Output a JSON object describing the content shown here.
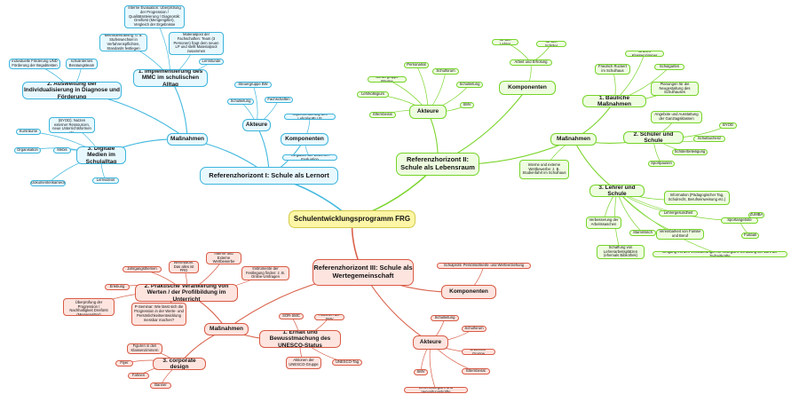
{
  "root": {
    "id": "root",
    "text": "Schulentwicklungsprogramm FRG"
  },
  "branches": [
    {
      "id": "r1",
      "theme": "blue",
      "text": "Referenzhorizont I: Schule als Lernort"
    },
    {
      "id": "r2",
      "theme": "green",
      "text": "Referenzhorizont II: Schule als Lebensraum"
    },
    {
      "id": "r3",
      "theme": "red",
      "text": "Referenzhorizont III: Schule als Wertegemeinschaft"
    }
  ],
  "nodes": [
    {
      "id": "b_mass",
      "parent": "r1",
      "theme": "blue",
      "level": 2,
      "text": "Maßnahmen"
    },
    {
      "id": "b_akt",
      "parent": "r1",
      "theme": "blue",
      "level": 2,
      "text": "Akteure"
    },
    {
      "id": "b_komp",
      "parent": "r1",
      "theme": "blue",
      "level": 2,
      "text": "Komponenten"
    },
    {
      "id": "b_impl",
      "parent": "b_mass",
      "theme": "blue",
      "level": 2,
      "text": "1. Implementierung des MMC im schulischen Alltag"
    },
    {
      "id": "b_ausw",
      "parent": "b_mass",
      "theme": "blue",
      "level": 2,
      "text": "2. Ausweitung der Individualisierung in Diagnose und Förderung"
    },
    {
      "id": "b_dig",
      "parent": "b_mass",
      "theme": "blue",
      "level": 2,
      "text": "3. Digitale Medien im Schulalltag"
    },
    {
      "id": "b_i1",
      "parent": "b_impl",
      "theme": "blue",
      "level": 3,
      "text": "Interne Evaluation: Überprüfung der Progression / Qualitätssteierung / Diagnostik: Dreifürst (Mengengitter), Vergleich der Ergebnisse"
    },
    {
      "id": "b_i2",
      "parent": "b_impl",
      "theme": "blue",
      "level": 3,
      "text": "Methodentraining: u. a. Stufenwechsel in Verfahrenspflichten, Standards festlegen"
    },
    {
      "id": "b_i3",
      "parent": "b_impl",
      "theme": "blue",
      "level": 3,
      "text": "Materialpool der Fachschaften: Team (3 Personen) fragt dem neuen LP und stellt Materialpool zusammen"
    },
    {
      "id": "b_i4",
      "parent": "b_impl",
      "theme": "blue",
      "level": 3,
      "text": "Lernstunde"
    },
    {
      "id": "b_a1",
      "parent": "b_ausw",
      "theme": "blue",
      "level": 3,
      "text": "individuelle Förderung UND Förderung der Begabtesten"
    },
    {
      "id": "b_a2",
      "parent": "b_ausw",
      "theme": "blue",
      "level": 3,
      "text": "schulinternes Beratungsteam"
    },
    {
      "id": "b_d1",
      "parent": "b_dig",
      "theme": "blue",
      "level": 3,
      "text": "Bring your own device (BYOD): Nutzen externer Ressourcen, neue Unterrichtsformen etc."
    },
    {
      "id": "b_d2",
      "parent": "b_dig",
      "theme": "blue",
      "level": 3,
      "text": "Kursräume"
    },
    {
      "id": "b_d3",
      "parent": "b_dig",
      "theme": "blue",
      "level": 3,
      "text": "Organisation"
    },
    {
      "id": "b_d4",
      "parent": "b_dig",
      "theme": "blue",
      "level": 3,
      "text": "Mebis"
    },
    {
      "id": "b_d5",
      "parent": "b_dig",
      "theme": "blue",
      "level": 3,
      "text": "Dokumentenkamera"
    },
    {
      "id": "b_d6",
      "parent": "b_dig",
      "theme": "blue",
      "level": 3,
      "text": "Lernvideos"
    },
    {
      "id": "b_ak1",
      "parent": "b_akt",
      "theme": "blue",
      "level": 3,
      "text": "Steuergruppe BW"
    },
    {
      "id": "b_ak2",
      "parent": "b_akt",
      "theme": "blue",
      "level": 3,
      "text": "Schulleitung"
    },
    {
      "id": "b_ak3",
      "parent": "b_akt",
      "theme": "blue",
      "level": 3,
      "text": "Fachschaften"
    },
    {
      "id": "b_k1",
      "parent": "b_komp",
      "theme": "blue",
      "level": 3,
      "text": "Implementierung des LehrplanPLUS"
    },
    {
      "id": "b_k2",
      "parent": "b_komp",
      "theme": "blue",
      "level": 3,
      "text": "Vorgaben der Externen Evaluation"
    },
    {
      "id": "g_komp",
      "parent": "r2",
      "theme": "green",
      "level": 2,
      "text": "Komponenten"
    },
    {
      "id": "g_akt",
      "parent": "r2",
      "theme": "green",
      "level": 2,
      "text": "Akteure"
    },
    {
      "id": "g_mass",
      "parent": "r2",
      "theme": "green",
      "level": 2,
      "text": "Maßnahmen"
    },
    {
      "id": "g_k0",
      "parent": "g_komp",
      "theme": "green",
      "level": 3,
      "text": "Arbeit und Erholung"
    },
    {
      "id": "g_k1",
      "parent": "g_k0",
      "theme": "green",
      "level": 3,
      "text": "für den Lehrer"
    },
    {
      "id": "g_k2",
      "parent": "g_k0",
      "theme": "green",
      "level": 3,
      "text": "für den Schüler"
    },
    {
      "id": "g_ak1",
      "parent": "g_akt",
      "theme": "green",
      "level": 3,
      "text": "Personalrat"
    },
    {
      "id": "g_ak2",
      "parent": "g_akt",
      "theme": "green",
      "level": 3,
      "text": "Schulforum"
    },
    {
      "id": "g_ak3",
      "parent": "g_akt",
      "theme": "green",
      "level": 3,
      "text": "Steuergruppe Räume"
    },
    {
      "id": "g_ak4",
      "parent": "g_akt",
      "theme": "green",
      "level": 3,
      "text": "Schulleitung"
    },
    {
      "id": "g_ak5",
      "parent": "g_akt",
      "theme": "green",
      "level": 3,
      "text": "Lehrkollegium"
    },
    {
      "id": "g_ak6",
      "parent": "g_akt",
      "theme": "green",
      "level": 3,
      "text": "SMV"
    },
    {
      "id": "g_ak7",
      "parent": "g_akt",
      "theme": "green",
      "level": 3,
      "text": "Elternbeirat"
    },
    {
      "id": "g_ext",
      "parent": "g_mass",
      "theme": "green",
      "level": 3,
      "text": "Interne und externe Wettbewerbe: z. B. Studienfahrt im Schulhaus"
    },
    {
      "id": "g_bau",
      "parent": "g_mass",
      "theme": "green",
      "level": 2,
      "text": "1. Bauliche Maßnahmen"
    },
    {
      "id": "g_b1",
      "parent": "g_bau",
      "theme": "green",
      "level": 3,
      "text": "Grünes Klassenzimmer"
    },
    {
      "id": "g_b2",
      "parent": "g_bau",
      "theme": "green",
      "level": 3,
      "text": "Friedrich Ruckert im Schulhaus"
    },
    {
      "id": "g_b3",
      "parent": "g_bau",
      "theme": "green",
      "level": 3,
      "text": "Schulgarten"
    },
    {
      "id": "g_b4",
      "parent": "g_bau",
      "theme": "green",
      "level": 3,
      "text": "Planungen für die Neugestaltung des Schulhauses"
    },
    {
      "id": "g_sch",
      "parent": "g_mass",
      "theme": "green",
      "level": 2,
      "text": "2. Schüler und Schule"
    },
    {
      "id": "g_s1",
      "parent": "g_sch",
      "theme": "green",
      "level": 3,
      "text": "Angebote und Ausstattung der Ganztagsklassen"
    },
    {
      "id": "g_s2",
      "parent": "g_sch",
      "theme": "green",
      "level": 3,
      "text": "BYOD"
    },
    {
      "id": "g_s3",
      "parent": "g_sch",
      "theme": "green",
      "level": 3,
      "text": "Schulbuchenz"
    },
    {
      "id": "g_s4",
      "parent": "g_sch",
      "theme": "green",
      "level": 3,
      "text": "Schülerbeteiligung"
    },
    {
      "id": "g_s5",
      "parent": "g_sch",
      "theme": "green",
      "level": 3,
      "text": "Sportpausen"
    },
    {
      "id": "g_leh",
      "parent": "g_mass",
      "theme": "green",
      "level": 2,
      "text": "3. Lehrer und Schule"
    },
    {
      "id": "g_l1",
      "parent": "g_leh",
      "theme": "green",
      "level": 3,
      "text": "Information (Pädagogischer Tag, Schulrecht, Berufseinweisung etc.)"
    },
    {
      "id": "g_l2",
      "parent": "g_leh",
      "theme": "green",
      "level": 3,
      "text": "Verbesserung der Arbeitssaschen"
    },
    {
      "id": "g_l3",
      "parent": "g_leh",
      "theme": "green",
      "level": 3,
      "text": "Lehrergesundheit"
    },
    {
      "id": "g_l4",
      "parent": "g_leh",
      "theme": "green",
      "level": 3,
      "text": "Sportangebote"
    },
    {
      "id": "g_l5",
      "parent": "g_l4",
      "theme": "green",
      "level": 3,
      "text": "ZUMBA"
    },
    {
      "id": "g_l6",
      "parent": "g_l4",
      "theme": "green",
      "level": 3,
      "text": "Fußball"
    },
    {
      "id": "g_l7",
      "parent": "g_leh",
      "theme": "green",
      "level": 3,
      "text": "Stammtisch"
    },
    {
      "id": "g_l8",
      "parent": "g_leh",
      "theme": "green",
      "level": 3,
      "text": "Vereinbarkeit von Familie und Beruf"
    },
    {
      "id": "g_l9",
      "parent": "g_leh",
      "theme": "green",
      "level": 3,
      "text": "Schaffung von Lehrerarbeitsplätzen (ehemals Bibliothek)"
    },
    {
      "id": "g_l10",
      "parent": "g_leh",
      "theme": "green",
      "level": 3,
      "text": "Umgang mit den Veränderungen im Kollegium: Erhaltung der Zahl der Teilzeitkräfte"
    },
    {
      "id": "t_komp",
      "parent": "r3",
      "theme": "red",
      "level": 2,
      "text": "Komponenten"
    },
    {
      "id": "t_k1",
      "parent": "t_komp",
      "theme": "red",
      "level": 3,
      "text": "Schulprofil: Persönlichkeits- und Werteerziehung"
    },
    {
      "id": "t_mass",
      "parent": "r3",
      "theme": "red",
      "level": 2,
      "text": "Maßnahmen"
    },
    {
      "id": "t_akt",
      "parent": "r3",
      "theme": "red",
      "level": 2,
      "text": "Akteure"
    },
    {
      "id": "t_pra",
      "parent": "t_mass",
      "theme": "red",
      "level": 2,
      "text": "2. Praktische Verankerung von Werten / der Profilbildung im Unterricht"
    },
    {
      "id": "t_p1",
      "parent": "t_pra",
      "theme": "red",
      "level": 3,
      "text": "Interne und Externe Wertbewerbe"
    },
    {
      "id": "t_p2",
      "parent": "t_pra",
      "theme": "red",
      "level": 3,
      "text": "Wertebaum: Das alles ist FRG"
    },
    {
      "id": "t_p3",
      "parent": "t_pra",
      "theme": "red",
      "level": 3,
      "text": "Jahrgangsthemen"
    },
    {
      "id": "t_p4",
      "parent": "t_pra",
      "theme": "red",
      "level": 3,
      "text": "Instrumente der Festlegung finden: z. B. Online-Umfragen"
    },
    {
      "id": "t_p5",
      "parent": "t_pra",
      "theme": "red",
      "level": 3,
      "text": "Erlebung"
    },
    {
      "id": "t_p6",
      "parent": "t_pra",
      "theme": "red",
      "level": 3,
      "text": "Interne Evaluation: Überprüfung der Progression / Nachhaltigkeit Dreifürst (Mengengitter)"
    },
    {
      "id": "t_p7",
      "parent": "t_pra",
      "theme": "red",
      "level": 3,
      "text": "P-Seminar: Wie lässt sich die Progression in der Werte- und Persönlichkeitsentwicklung messbar machen?"
    },
    {
      "id": "t_erh",
      "parent": "t_mass",
      "theme": "red",
      "level": 2,
      "text": "1. Erhalt und Bewusstmachung des UNESCO-Status"
    },
    {
      "id": "t_e1",
      "parent": "t_erh",
      "theme": "red",
      "level": 3,
      "text": "SOR-SMC"
    },
    {
      "id": "t_e2",
      "parent": "t_erh",
      "theme": "red",
      "level": 3,
      "text": "Aktionen der SMV"
    },
    {
      "id": "t_e3",
      "parent": "t_erh",
      "theme": "red",
      "level": 3,
      "text": "Aktionen der UNESCO-Gruppe"
    },
    {
      "id": "t_e4",
      "parent": "t_erh",
      "theme": "red",
      "level": 3,
      "text": "UNESCO-Tag"
    },
    {
      "id": "t_cor",
      "parent": "t_mass",
      "theme": "red",
      "level": 2,
      "text": "3. corporate design"
    },
    {
      "id": "t_c1",
      "parent": "t_cor",
      "theme": "red",
      "level": 3,
      "text": "Figuren in den Klassenzimmern"
    },
    {
      "id": "t_c2",
      "parent": "t_cor",
      "theme": "red",
      "level": 3,
      "text": "Flyer"
    },
    {
      "id": "t_c3",
      "parent": "t_cor",
      "theme": "red",
      "level": 3,
      "text": "Fahnen"
    },
    {
      "id": "t_c4",
      "parent": "t_cor",
      "theme": "red",
      "level": 3,
      "text": "Banner"
    },
    {
      "id": "t_a1",
      "parent": "t_akt",
      "theme": "red",
      "level": 3,
      "text": "Schulleitung"
    },
    {
      "id": "t_a2",
      "parent": "t_akt",
      "theme": "red",
      "level": 3,
      "text": "Schulforum"
    },
    {
      "id": "t_a3",
      "parent": "t_akt",
      "theme": "red",
      "level": 3,
      "text": "UNESCO-Gruppe"
    },
    {
      "id": "t_a4",
      "parent": "t_akt",
      "theme": "red",
      "level": 3,
      "text": "SMV"
    },
    {
      "id": "t_a5",
      "parent": "t_akt",
      "theme": "red",
      "level": 3,
      "text": "Elternbeirat"
    },
    {
      "id": "t_a6",
      "parent": "t_akt",
      "theme": "red",
      "level": 3,
      "text": "Lehrerkollegium und Verwaltungskräfte"
    }
  ],
  "colors": {
    "blue_edge": "#42b8de",
    "green_edge": "#7bd52c",
    "red_edge": "#d9624c",
    "root_edge": "#e0cf46"
  }
}
